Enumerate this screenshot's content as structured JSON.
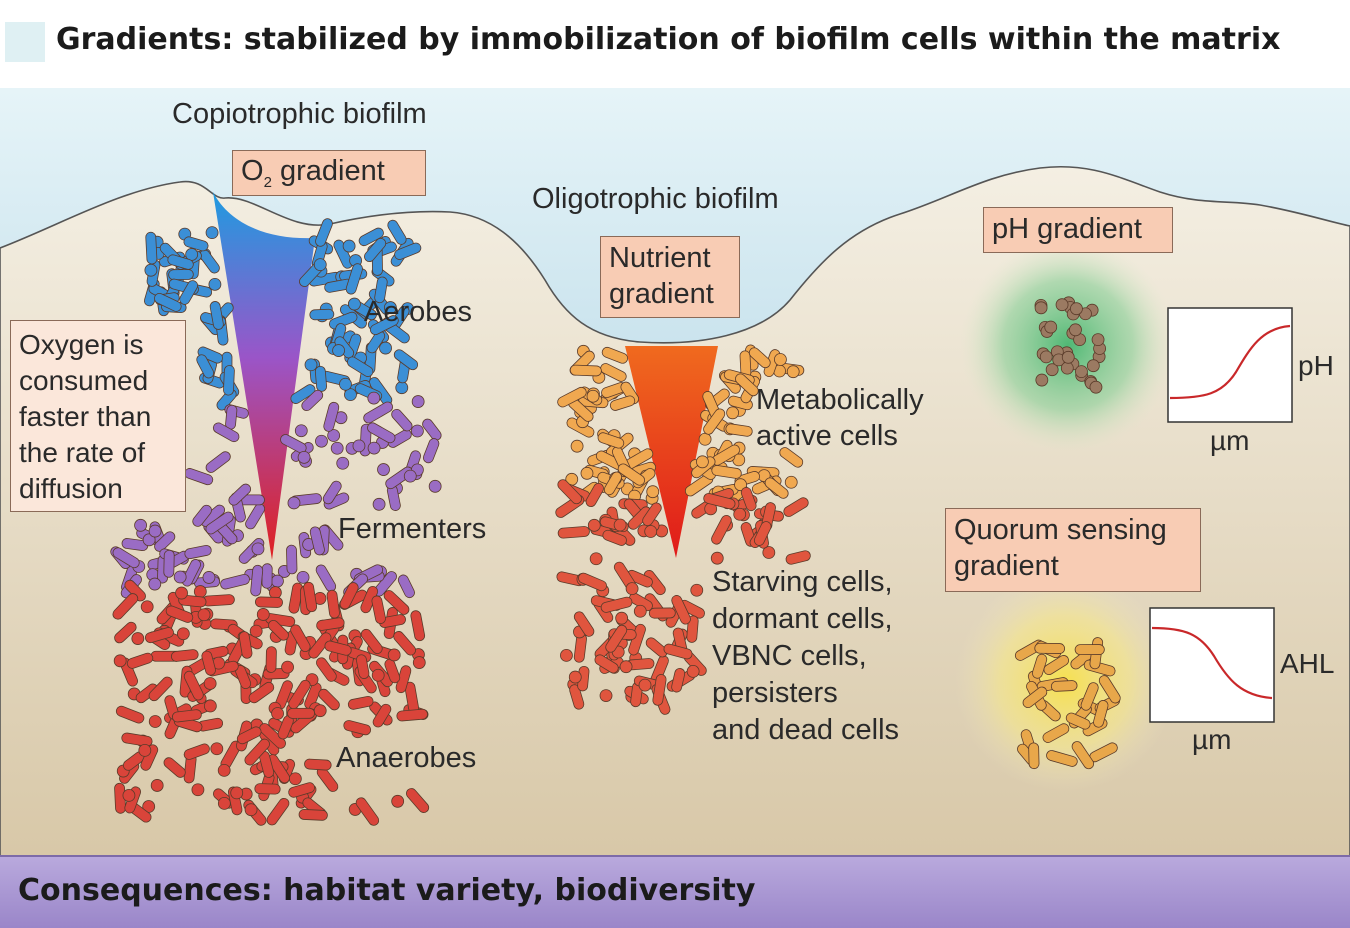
{
  "header": {
    "title": "Gradients: stabilized by immobilization of biofilm cells within the matrix"
  },
  "footer": {
    "title": "Consequences: habitat variety, biodiversity"
  },
  "copiotrophic": {
    "title": "Copiotrophic biofilm",
    "gradient_label_prefix": "O",
    "gradient_label_sub": "2",
    "gradient_label_suffix": " gradient",
    "note_lines": [
      "Oxygen is",
      "consumed",
      "faster than",
      "the rate of",
      "diffusion"
    ],
    "zones": [
      "Aerobes",
      "Fermenters",
      "Anaerobes"
    ]
  },
  "oligotrophic": {
    "title": "Oligotrophic biofilm",
    "gradient_lines": [
      "Nutrient",
      "gradient"
    ],
    "active_lines": [
      "Metabolically",
      "active cells"
    ],
    "starving_lines": [
      "Starving cells,",
      "dormant cells,",
      "VBNC cells,",
      "persisters",
      "and dead cells"
    ]
  },
  "ph": {
    "label": "pH gradient",
    "y_label": "pH",
    "x_label": "µm",
    "curve": "rising"
  },
  "quorum": {
    "label_lines": [
      "Quorum sensing",
      "gradient"
    ],
    "y_label": "AHL",
    "x_label": "µm",
    "curve": "falling"
  },
  "colors": {
    "aerobes": "#3b8fd6",
    "fermenters": "#9a6cc4",
    "anaerobes": "#d9443a",
    "active": "#f0a850",
    "starving": "#e0553e",
    "ph_cluster": "#9b7a62",
    "qs_cluster": "#e8a74a",
    "water": "#d8ecf3",
    "matrix": "#e7dcc8",
    "footer": "#a894d3",
    "box": "#f8ccb4"
  }
}
